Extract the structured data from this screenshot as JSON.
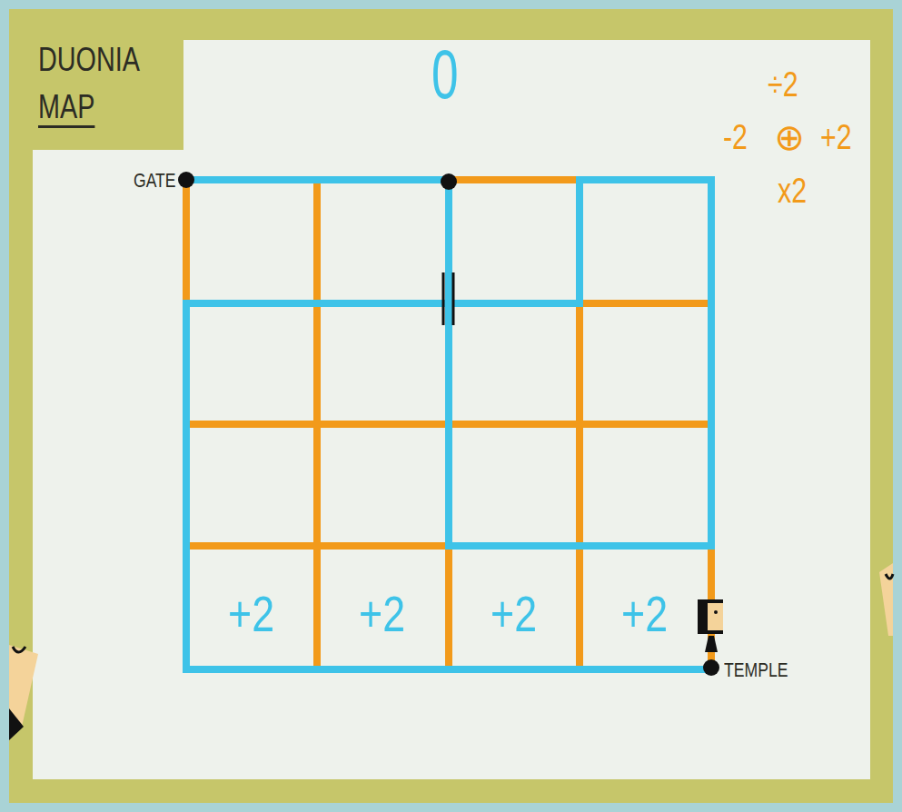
{
  "diagram": {
    "labels": [
      "DUONIA",
      "MAP",
      "0",
      "÷2",
      "-2",
      "⊕",
      "+2",
      "x2",
      "GATE",
      "+2",
      "+2",
      "+2",
      "+2",
      "TEMPLE"
    ]
  }
}
